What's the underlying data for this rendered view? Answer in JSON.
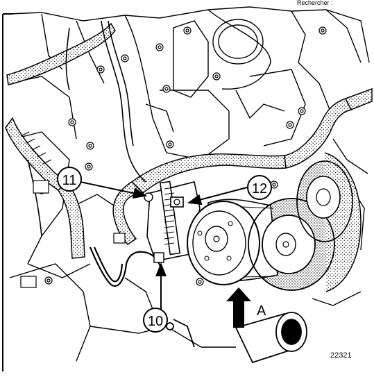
{
  "header_text": "Rechercher :",
  "figure_number": "22321",
  "callouts": {
    "label_11": "11",
    "label_12": "12",
    "label_10": "10",
    "label_A": "A"
  },
  "colors": {
    "line": "#000000",
    "background": "#ffffff",
    "stipple": "#000000"
  }
}
